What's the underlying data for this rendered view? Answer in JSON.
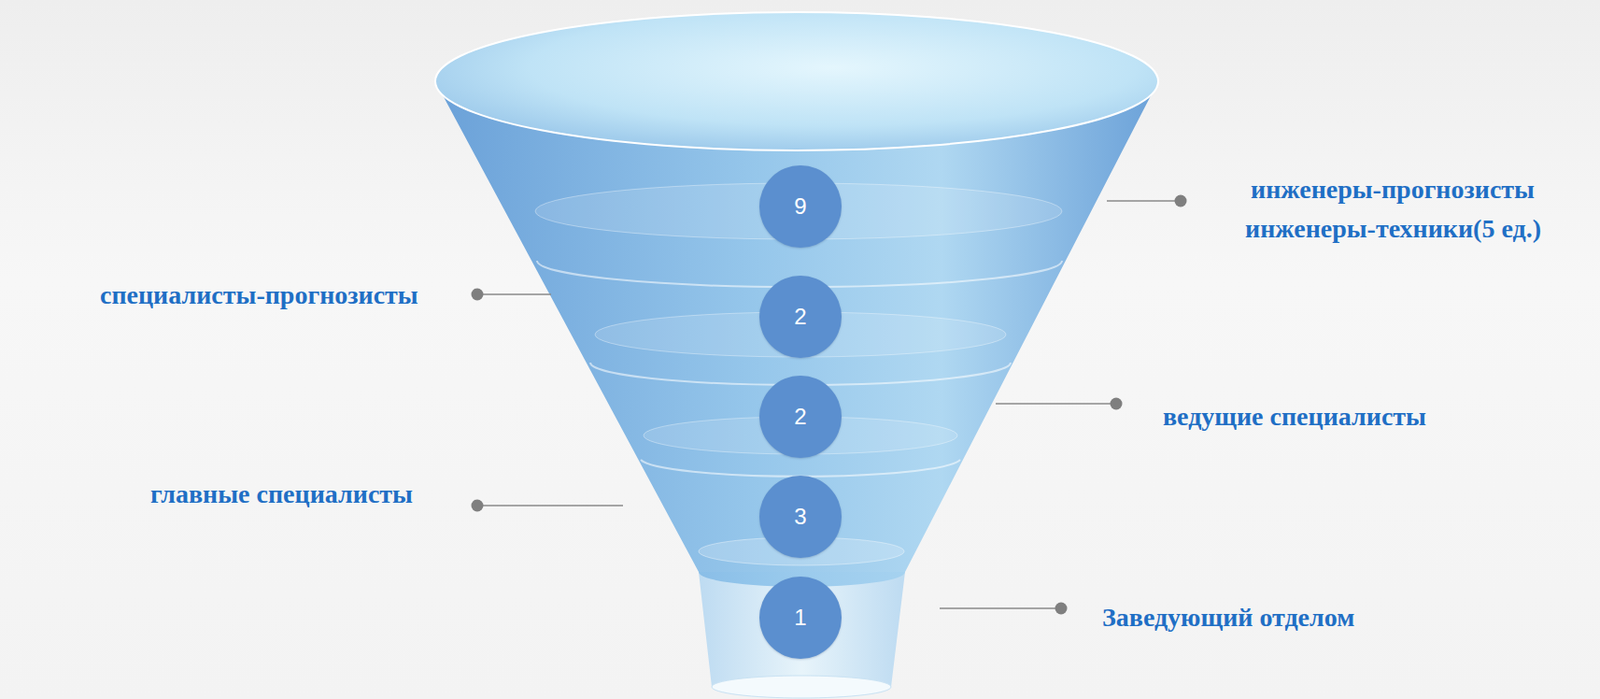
{
  "diagram": {
    "nodes": [
      {
        "text": [
          "9"
        ]
      },
      {
        "text": [
          "2"
        ]
      },
      {
        "text": [
          "2"
        ]
      },
      {
        "text": [
          "3"
        ]
      },
      {
        "text": [
          "1"
        ]
      }
    ],
    "labels": [
      "инженеры-прогнозисты",
      "инженеры-техники(5 ед.)",
      "специалисты-прогнозисты",
      "ведущие специалисты",
      "главные специалисты",
      "Заведующий отделом"
    ]
  }
}
